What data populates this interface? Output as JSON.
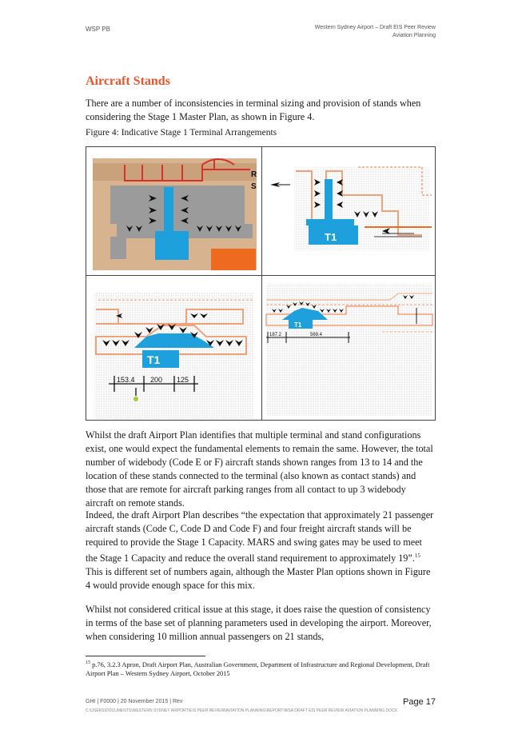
{
  "header": {
    "left": "WSP PB",
    "right_line1": "Western Sydney Airport – Draft EIS Peer Review",
    "right_line2": "Aviation Planning"
  },
  "section_title": "Aircraft Stands",
  "para1": "There are a number of inconsistencies in terminal sizing and provision of stands when considering the Stage 1 Master Plan, as shown in Figure 4.",
  "figure": {
    "caption": "Figure 4:  Indicative Stage 1 Terminal Arrangements",
    "panels": {
      "top_left": {
        "letters": [
          "R",
          "S"
        ]
      },
      "top_right": {
        "terminal_label": "T1"
      },
      "bottom_left": {
        "terminal_label": "T1",
        "dims": [
          "153.4",
          "200",
          "125"
        ]
      },
      "bottom_right": {
        "terminal_label": "T1",
        "dims": [
          "187.2",
          "569.4"
        ]
      }
    },
    "colors": {
      "terminal_blue": "#1ea0dc",
      "outline_orange": "#f0a37a",
      "apron_gray": "#9b9b9b",
      "road_red": "#d9302c"
    }
  },
  "para2": "Whilst the draft Airport Plan identifies that multiple terminal and stand configurations exist, one would expect the fundamental elements to remain the same. However, the total number of widebody (Code E or F) aircraft stands shown ranges from 13 to 14 and the location of these stands connected to the terminal (also known as contact stands) and those that are remote for aircraft parking ranges from all contact to up 3 widebody aircraft on remote stands.",
  "para3_a": "Indeed, the draft Airport Plan describes “the expectation that approximately 21 passenger aircraft stands (Code C, Code D and Code F) and four freight aircraft stands will be required to provide the Stage 1 Capacity. MARS and swing gates may be used to meet the Stage 1 Capacity and reduce the overall stand requirement to approximately 19”.",
  "para3_sup": "15",
  "para3_b": " This is different set of numbers again, although the Master Plan options shown in Figure 4 would provide enough space for this mix.",
  "para4": "Whilst not considered critical issue at this stage, it does raise the question of consistency in terms of the base set of planning parameters used in developing the airport.  Moreover, when considering 10 million annual passengers on 21 stands,",
  "footnote": {
    "number": "15",
    "text": " p.76, 3.2.3 Apron, Draft Airport Plan, Australian Government, Department of Infrastructure and Regional Development, Draft Airport Plan – Western Sydney Airport, October 2015"
  },
  "footer": {
    "left": "GHI | F0000 | 20 November 2015 | Rev",
    "path": "C:\\USERS\\DOCUMENTS\\WESTERN SYDNEY AIRPORT\\EIS PEER REVIEW\\AVIATION PLANNING\\REPORT\\WSA DRAFT EIS PEER REVIEW AVIATION PLANNING.DOCX",
    "page": "Page 17"
  }
}
